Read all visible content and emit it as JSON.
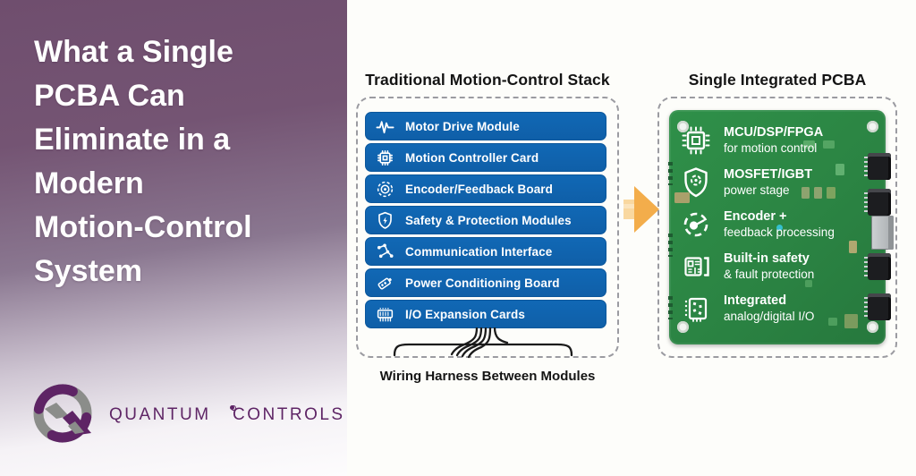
{
  "left_panel": {
    "title_lines": [
      "What a Single",
      "PCBA Can",
      "Eliminate in a",
      "Modern",
      "Motion-Control",
      "System"
    ],
    "logo": {
      "line1": "Quantum",
      "line2": "Controls"
    }
  },
  "diagram": {
    "traditional": {
      "heading": "Traditional Motion-Control Stack",
      "modules": [
        {
          "label": "Motor Drive Module",
          "icon": "waveform-icon"
        },
        {
          "label": "Motion Controller Card",
          "icon": "chip-icon"
        },
        {
          "label": "Encoder/Feedback Board",
          "icon": "encoder-disc-icon"
        },
        {
          "label": "Safety & Protection Modules",
          "icon": "shield-bolt-icon"
        },
        {
          "label": "Communication Interface",
          "icon": "network-nodes-icon"
        },
        {
          "label": "Power Conditioning Board",
          "icon": "battery-icon"
        },
        {
          "label": "I/O Expansion Cards",
          "icon": "connector-pins-icon"
        }
      ],
      "caption": "Wiring Harness Between Modules"
    },
    "integrated": {
      "heading": "Single Integrated PCBA",
      "features": [
        {
          "line1": "MCU/DSP/FPGA",
          "line2": "for motion control",
          "icon": "mcu-chip-icon"
        },
        {
          "line1": "MOSFET/IGBT",
          "line2": "power stage",
          "icon": "shield-power-icon"
        },
        {
          "line1": "Encoder +",
          "line2": "feedback processing",
          "icon": "encoder-gauge-icon"
        },
        {
          "line1": "Built-in safety",
          "line2": "& fault protection",
          "icon": "safety-module-icon"
        },
        {
          "line1": "Integrated",
          "line2": "analog/digital I/O",
          "icon": "io-chip-icon"
        }
      ]
    }
  },
  "colors": {
    "purple_panel_top": "#6f4e6e",
    "blue_module": "#1065b0",
    "pcb_green": "#2d8a45",
    "arrow_orange": "#f3ad4b",
    "logo_purple": "#5e2465",
    "logo_gray": "#8b8d8a",
    "dashed_border": "#9b9ba1",
    "heading_text": "#141414"
  }
}
